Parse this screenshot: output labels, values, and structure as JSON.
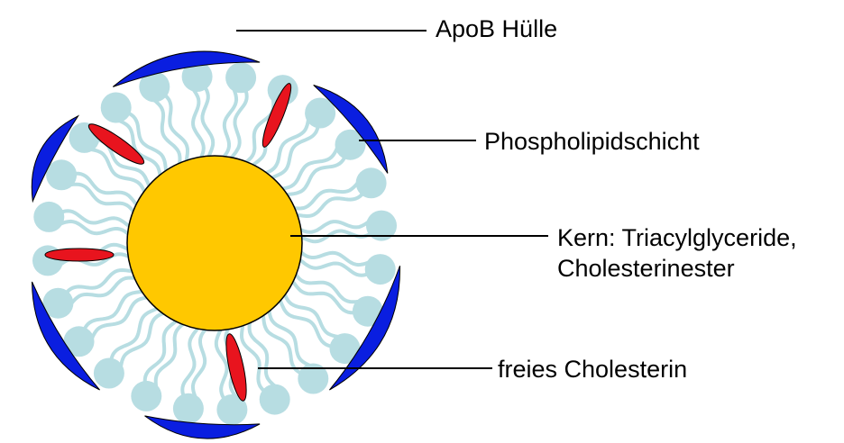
{
  "labels": {
    "apob": "ApoB Hülle",
    "phospholipid": "Phospholipidschicht",
    "core_line1": "Kern: Triacylglyceride,",
    "core_line2": "Cholesterinester",
    "cholesterol": "freies Cholesterin"
  },
  "colors": {
    "apob_shell": "#0a1ee0",
    "phospholipid_head": "#b7dde2",
    "phospholipid_tail": "#b7dde2",
    "core": "#ffc800",
    "cholesterol": "#e8141e",
    "outline": "#000000"
  },
  "icons": {
    "apob": "crescent-shape",
    "phospholipid": "circle-with-wavy-tails",
    "core": "filled-circle",
    "cholesterol": "elongated-ellipse"
  }
}
